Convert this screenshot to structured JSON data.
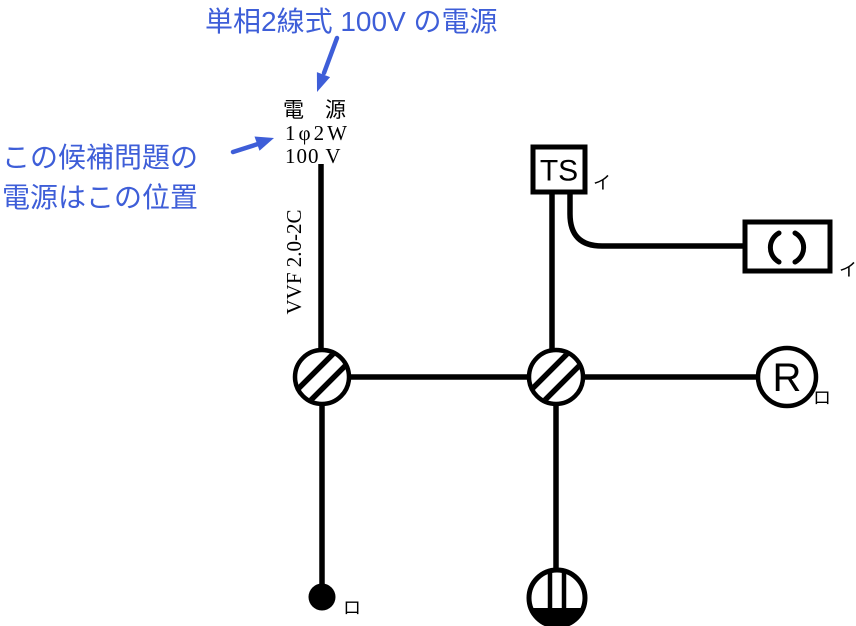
{
  "colors": {
    "accent_blue": "#3E5ED8",
    "diagram_black": "#000000"
  },
  "annotations": {
    "top_note": "単相2線式 100V の電源",
    "left_note_line1": "この候補問題の",
    "left_note_line2": "電源はこの位置"
  },
  "power_source": {
    "label": "電　源",
    "phase": "1φ2W",
    "voltage": "100 V"
  },
  "cable": {
    "label": "VVF 2.0-2C"
  },
  "devices": {
    "timer_switch": {
      "symbol": "TS",
      "circuit": "イ"
    },
    "paren_device": {
      "symbol": "( )",
      "circuit": "イ"
    },
    "lamp_receptacle": {
      "symbol": "R",
      "circuit": "ロ"
    },
    "single_pole_switch": {
      "circuit": "ロ"
    }
  }
}
